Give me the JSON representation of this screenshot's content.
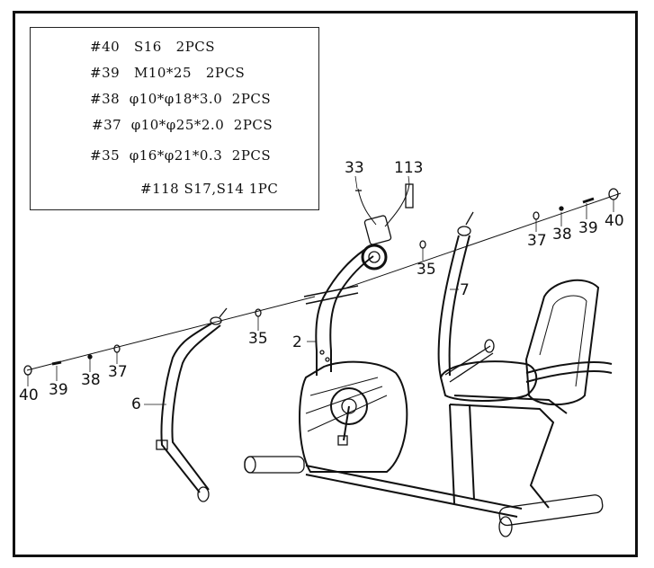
{
  "parts_list": [
    {
      "id": "#40",
      "desc": "S16",
      "qty": "2PCS"
    },
    {
      "id": "#39",
      "desc": "M10*25",
      "qty": "2PCS"
    },
    {
      "id": "#38",
      "desc": "φ10*φ18*3.0",
      "qty": "2PCS"
    },
    {
      "id": "#37",
      "desc": "φ10*φ25*2.0",
      "qty": "2PCS"
    },
    {
      "id": "#35",
      "desc": "φ16*φ21*0.3",
      "qty": "2PCS"
    },
    {
      "id": "#118",
      "desc": "S17,S14",
      "qty": "1PC"
    }
  ],
  "callouts": {
    "c33": "33",
    "c113": "113",
    "c37r": "37",
    "c38r": "38",
    "c39r": "39",
    "c40r": "40",
    "c35r": "35",
    "c7": "7",
    "c35l": "35",
    "c2": "2",
    "c40l": "40",
    "c39l": "39",
    "c38l": "38",
    "c37l": "37",
    "c6": "6"
  }
}
